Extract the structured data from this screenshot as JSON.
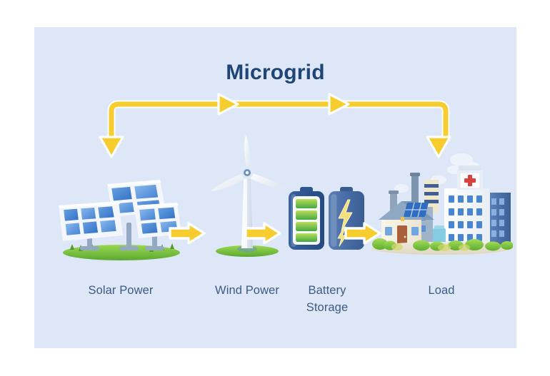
{
  "diagram": {
    "title": "Microgrid",
    "type": "energy-flow",
    "background_color": "#dde7f8",
    "page_background_color": "#ffffff",
    "title_color": "#1f4576",
    "label_color": "#3d5a85",
    "arrow_color": "#f7cc2e",
    "arrow_outline_color": "#ffffff"
  },
  "nodes": [
    {
      "id": "solar",
      "label": "Solar Power",
      "icon": "solar-panel-array-icon",
      "colors": {
        "panel_dark": "#2f6dc0",
        "panel_light": "#6ba4e6",
        "frame": "#f3f7fd",
        "post": "#8ba3bd",
        "grass": "#7cc242"
      }
    },
    {
      "id": "wind",
      "label": "Wind Power",
      "icon": "wind-turbine-icon",
      "colors": {
        "blade": "#fbfcfe",
        "tower": "#eef2f7",
        "hub": "#6e93bf",
        "grass": "#7cc242"
      }
    },
    {
      "id": "battery",
      "label": "Battery Storage",
      "label_lines": [
        "Battery",
        "Storage"
      ],
      "icon": "battery-storage-icon",
      "colors": {
        "case_dark": "#2d5590",
        "case_steel": "#4a6ea6",
        "charge_top": "#a8d94a",
        "charge_bottom": "#49a94b",
        "bolt": "#f4e07a"
      }
    },
    {
      "id": "load",
      "label": "Load",
      "icon": "buildings-load-icon",
      "colors": {
        "house_wall": "#f4efe2",
        "house_roof": "#8fa8c4",
        "door": "#a8603c",
        "hospital_wall": "#f7f8fa",
        "cross": "#d94040",
        "tower": "#4a6fa8",
        "window": "#4a86d0",
        "smoke": "#eef3fa",
        "shrub": "#7cc242"
      }
    }
  ],
  "connectors": [
    {
      "id": "solar-to-wind",
      "from": "solar",
      "to": "wind",
      "shape": "block-arrow",
      "direction": "right"
    },
    {
      "id": "wind-to-battery",
      "from": "wind",
      "to": "battery",
      "shape": "block-arrow",
      "direction": "right"
    },
    {
      "id": "battery-to-load",
      "from": "battery",
      "to": "load",
      "shape": "block-arrow",
      "direction": "right"
    }
  ],
  "busbar": {
    "id": "microgrid-busbar",
    "description": "horizontal distribution bus with downward feeds at both ends",
    "left_endpoint_direction": "down",
    "right_endpoint_direction": "down",
    "mid_arrow_count": 2,
    "mid_arrow_direction": "right"
  }
}
